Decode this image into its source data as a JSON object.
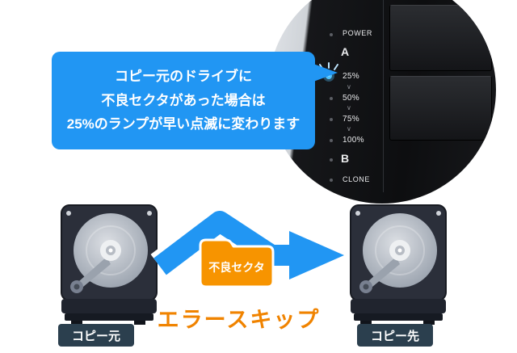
{
  "inset": {
    "panel_rows": [
      {
        "label": "POWER"
      },
      {
        "label": "A"
      },
      {
        "label": "25%"
      },
      {
        "label": "50%"
      },
      {
        "label": "75%"
      },
      {
        "label": "100%"
      },
      {
        "label": "B"
      },
      {
        "label": "CLONE"
      }
    ],
    "chevron_glyph": "∨"
  },
  "bubble": {
    "line1": "コピー元のドライブに",
    "line2": "不良セクタがあった場合は",
    "line3": "25%のランプが早い点滅に変わります"
  },
  "flow": {
    "folder_label": "不良セクタ",
    "caption": "エラースキップ",
    "source_label": "コピー元",
    "dest_label": "コピー先"
  },
  "colors": {
    "bubble_blue": "#2196f3",
    "arrow_blue": "#2196f3",
    "folder_orange": "#f79400",
    "caption_orange": "#f08300",
    "badge_dark": "#2b3f4e",
    "led_blue": "#4fc3ff"
  }
}
